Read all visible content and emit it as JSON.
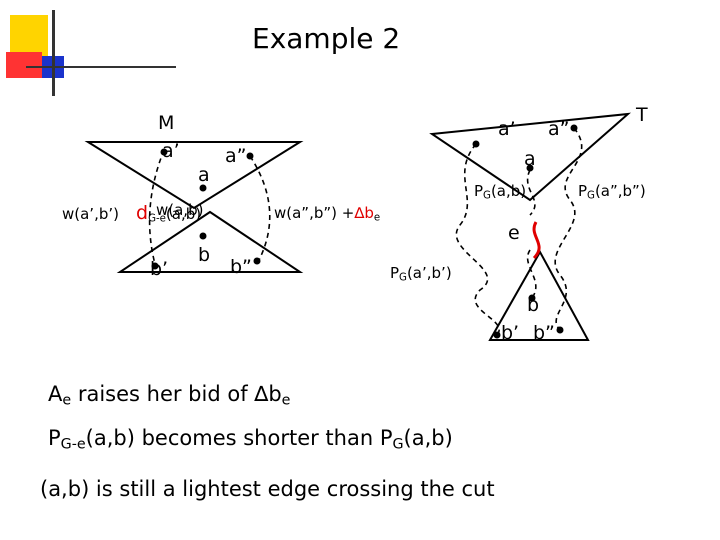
{
  "slide": {
    "title": "Example 2",
    "colors": {
      "logo_yellow": "#ffd400",
      "logo_red": "#ff3333",
      "logo_blue": "#1a33cc",
      "edge_red": "#e00000"
    }
  },
  "left_graph": {
    "M": "M",
    "a_prime": "a’",
    "a_dbl": "a”",
    "a": "a",
    "b": "b",
    "b_prime": "b’",
    "b_dbl": "b”",
    "w_ab_prime": "w(a’,b’)",
    "d_G_e_ab": "d",
    "d_sub": "G-e",
    "d_args": "(a,b)",
    "w_ab": "w(a,b)",
    "w_a2b2": "w(a”,b”) +",
    "delta_b": "∆b",
    "delta_sub": "e"
  },
  "right_graph": {
    "T": "T",
    "a_prime": "a’",
    "a_dbl": "a”",
    "a": "a",
    "PG_ab": "P",
    "PG_ab_sub": "G",
    "PG_ab_args": "(a,b)",
    "PG_a2b2": "P",
    "PG_a2b2_sub": "G",
    "PG_a2b2_args": "(a”,b”)",
    "PG_a1b1": "P",
    "PG_a1b1_sub": "G",
    "PG_a1b1_args": "(a’,b’)",
    "e": "e",
    "b": "b",
    "b_prime": "b’",
    "b_dbl": "b”"
  },
  "text": {
    "line1_a": "A",
    "line1_sub": "e",
    "line1_b": " raises her bid of ",
    "line1_delta": "∆b",
    "line1_delta_sub": "e",
    "line2_a": "P",
    "line2_sub": "G-e",
    "line2_b": "(a,b) becomes shorter than P",
    "line2_sub2": "G",
    "line2_c": "(a,b)",
    "line3": "(a,b) is still a lightest edge crossing the cut"
  }
}
